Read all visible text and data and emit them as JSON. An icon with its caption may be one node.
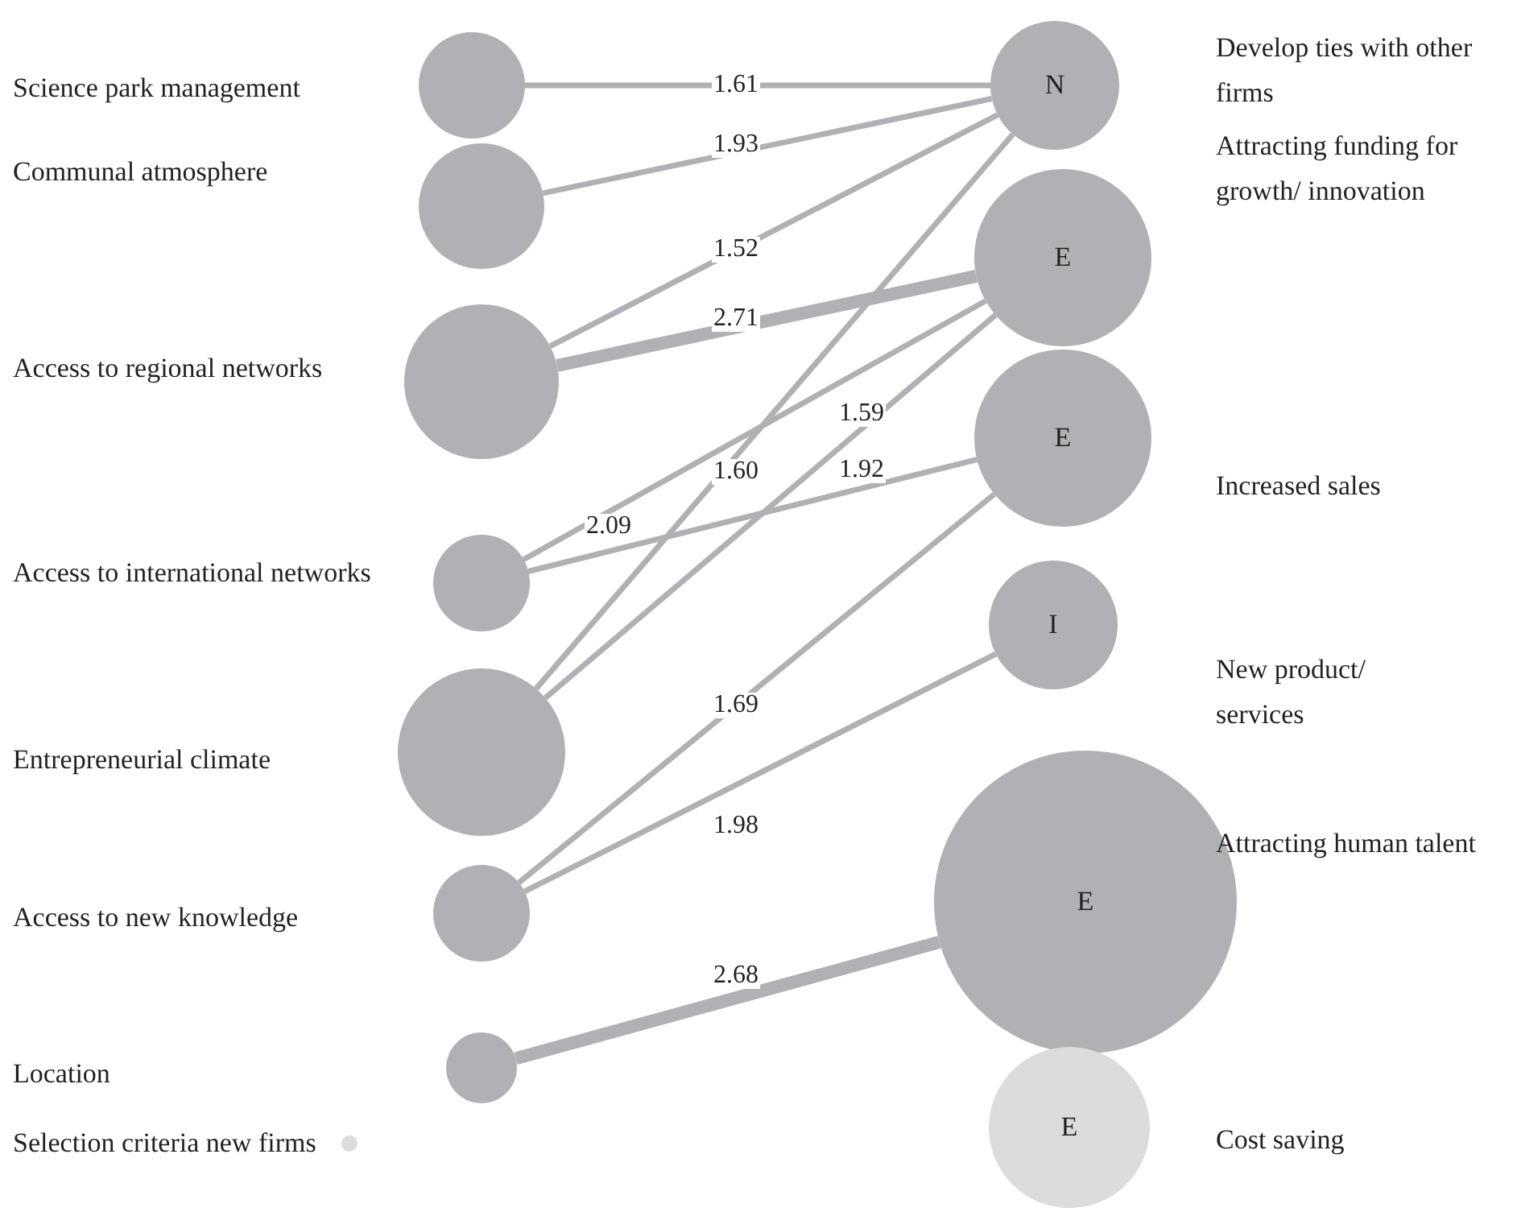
{
  "diagram": {
    "nodes": [
      {
        "text": [],
        "shape": "circle"
      },
      {
        "text": [],
        "shape": "circle"
      },
      {
        "text": [],
        "shape": "circle"
      },
      {
        "text": [],
        "shape": "circle"
      },
      {
        "text": [],
        "shape": "circle"
      },
      {
        "text": [],
        "shape": "circle"
      },
      {
        "text": [],
        "shape": "circle"
      },
      {
        "text": [
          "N"
        ],
        "beside": [
          "Develop ties with other firms"
        ]
      },
      {
        "text": [
          "E"
        ],
        "beside": [
          "Attracting funding for growth/ innovation"
        ]
      },
      {
        "text": [
          "E"
        ],
        "beside": [
          "Increased sales"
        ]
      },
      {
        "text": [
          "I"
        ]
      },
      {
        "text": [
          "E"
        ],
        "beside": [
          "Attracting human talent"
        ]
      },
      {
        "text": [
          "E"
        ],
        "beside": [
          "Cost saving"
        ]
      }
    ],
    "edges": [
      {
        "from": 0,
        "to": 7,
        "arrow": "none",
        "label": "1.61"
      },
      {
        "from": 1,
        "to": 7,
        "arrow": "none",
        "label": "1.93"
      },
      {
        "from": 2,
        "to": 7,
        "arrow": "none",
        "label": "1.52"
      },
      {
        "from": 2,
        "to": 8,
        "arrow": "none",
        "label": "2.71",
        "style": "thick"
      },
      {
        "from": 3,
        "to": 8,
        "arrow": "none",
        "label": "2.09"
      },
      {
        "from": 3,
        "to": 9,
        "arrow": "none",
        "label": "1.92"
      },
      {
        "from": 4,
        "to": 7,
        "arrow": "none",
        "label": "1.60"
      },
      {
        "from": 4,
        "to": 8,
        "arrow": "none",
        "label": "1.59"
      },
      {
        "from": 5,
        "to": 9,
        "arrow": "none",
        "label": "1.69"
      },
      {
        "from": 5,
        "to": 10,
        "arrow": "none",
        "label": "1.98"
      },
      {
        "from": 6,
        "to": 11,
        "arrow": "none",
        "label": "2.68",
        "style": "thick"
      }
    ],
    "labels": [
      "Science park management",
      "Communal atmosphere",
      "Access to regional networks",
      "Access to international networks",
      "Entrepreneurial climate",
      "Access to new knowledge",
      "Location",
      "New product/ services"
    ],
    "legend": [
      {
        "text": "Selection criteria new firms",
        "color": "#dcdcdc"
      }
    ]
  }
}
